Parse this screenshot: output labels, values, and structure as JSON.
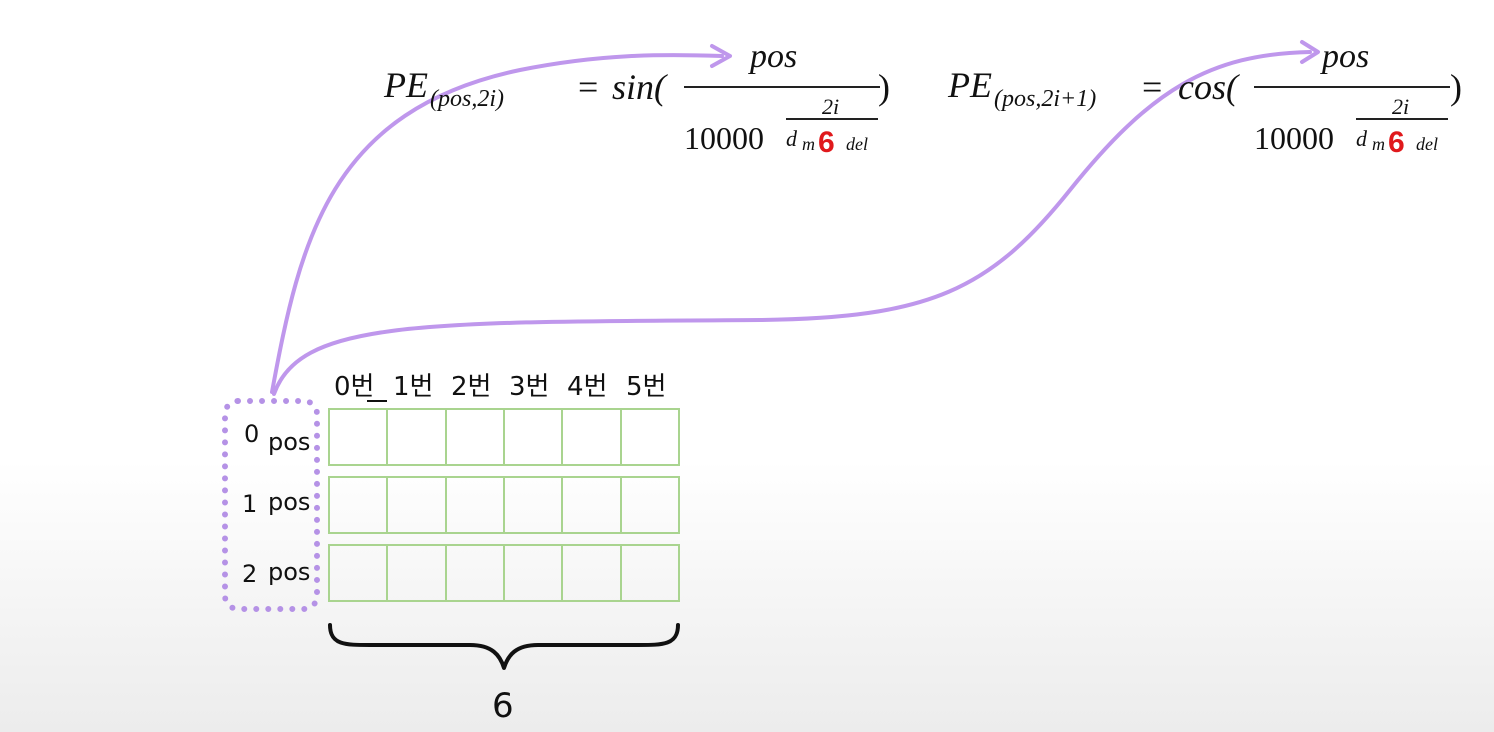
{
  "formula_sin": {
    "lhs_main": "PE",
    "lhs_sub": "(pos,2i)",
    "equals": "=",
    "func": "sin(",
    "numerator": "pos",
    "base": "10000",
    "exp_top": "2i",
    "exp_bottom": "d",
    "exp_bottom_sub_a": "m",
    "exp_bottom_sub_b": "del",
    "highlight": "6",
    "close": ")"
  },
  "formula_cos": {
    "lhs_main": "PE",
    "lhs_sub": "(pos,2i+1)",
    "equals": "=",
    "func": "cos(",
    "numerator": "pos",
    "base": "10000",
    "exp_top": "2i",
    "exp_bottom": "d",
    "exp_bottom_sub_a": "m",
    "exp_bottom_sub_b": "del",
    "highlight": "6",
    "close": ")"
  },
  "columns": [
    "0번",
    "1번",
    "2번",
    "3번",
    "4번",
    "5번"
  ],
  "rows": [
    {
      "num": "0",
      "label": "pos"
    },
    {
      "num": "1",
      "label": "pos"
    },
    {
      "num": "2",
      "label": "pos"
    }
  ],
  "dimension_label": "6",
  "colors": {
    "arrow": "#bf97ec",
    "dotted_box": "#b592e6",
    "grid": "#a9d48f",
    "highlight": "#e0191c"
  }
}
